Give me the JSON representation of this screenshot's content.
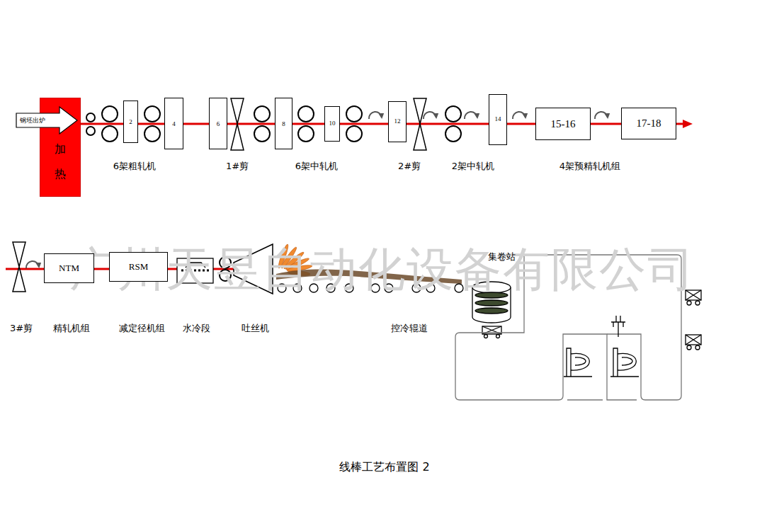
{
  "diagram": {
    "caption": "线棒工艺布置图 2",
    "nodes": [
      {
        "text": [
          "钢坯出炉"
        ]
      },
      {
        "text": [
          "加热"
        ]
      },
      {
        "text": [
          "2"
        ]
      },
      {
        "text": [
          "4"
        ]
      },
      {
        "text": [
          "6"
        ]
      },
      {
        "text": [
          "8"
        ]
      },
      {
        "text": [
          "10"
        ]
      },
      {
        "text": [
          "12"
        ]
      },
      {
        "text": [
          "14"
        ]
      },
      {
        "text": [
          "15-16"
        ]
      },
      {
        "text": [
          "17-18"
        ]
      },
      {
        "text": [
          "NTM"
        ]
      },
      {
        "text": [
          "RSM"
        ]
      }
    ],
    "edges": [
      {
        "from": 1,
        "to": 2,
        "arrow": "none"
      },
      {
        "from": 2,
        "to": 3,
        "arrow": "none"
      },
      {
        "from": 3,
        "to": 4,
        "arrow": "none"
      },
      {
        "from": 4,
        "to": 5,
        "arrow": "none"
      },
      {
        "from": 5,
        "to": 6,
        "arrow": "none"
      },
      {
        "from": 6,
        "to": 7,
        "arrow": "none"
      },
      {
        "from": 7,
        "to": 8,
        "arrow": "none"
      },
      {
        "from": 8,
        "to": 9,
        "arrow": "none"
      },
      {
        "from": 9,
        "to": 10,
        "arrow": "none"
      },
      {
        "from": 11,
        "to": 12,
        "arrow": "none"
      }
    ],
    "labels": [
      "6架粗轧机",
      "1#剪",
      "6架中轧机",
      "2#剪",
      "2架中轧机",
      "4架预精轧机组",
      "3#剪",
      "精轧机组",
      "减定径机组",
      "水冷段",
      "吐丝机",
      "控冷辊道",
      "集卷站",
      "广州天昱自动化设备有限公司"
    ]
  }
}
